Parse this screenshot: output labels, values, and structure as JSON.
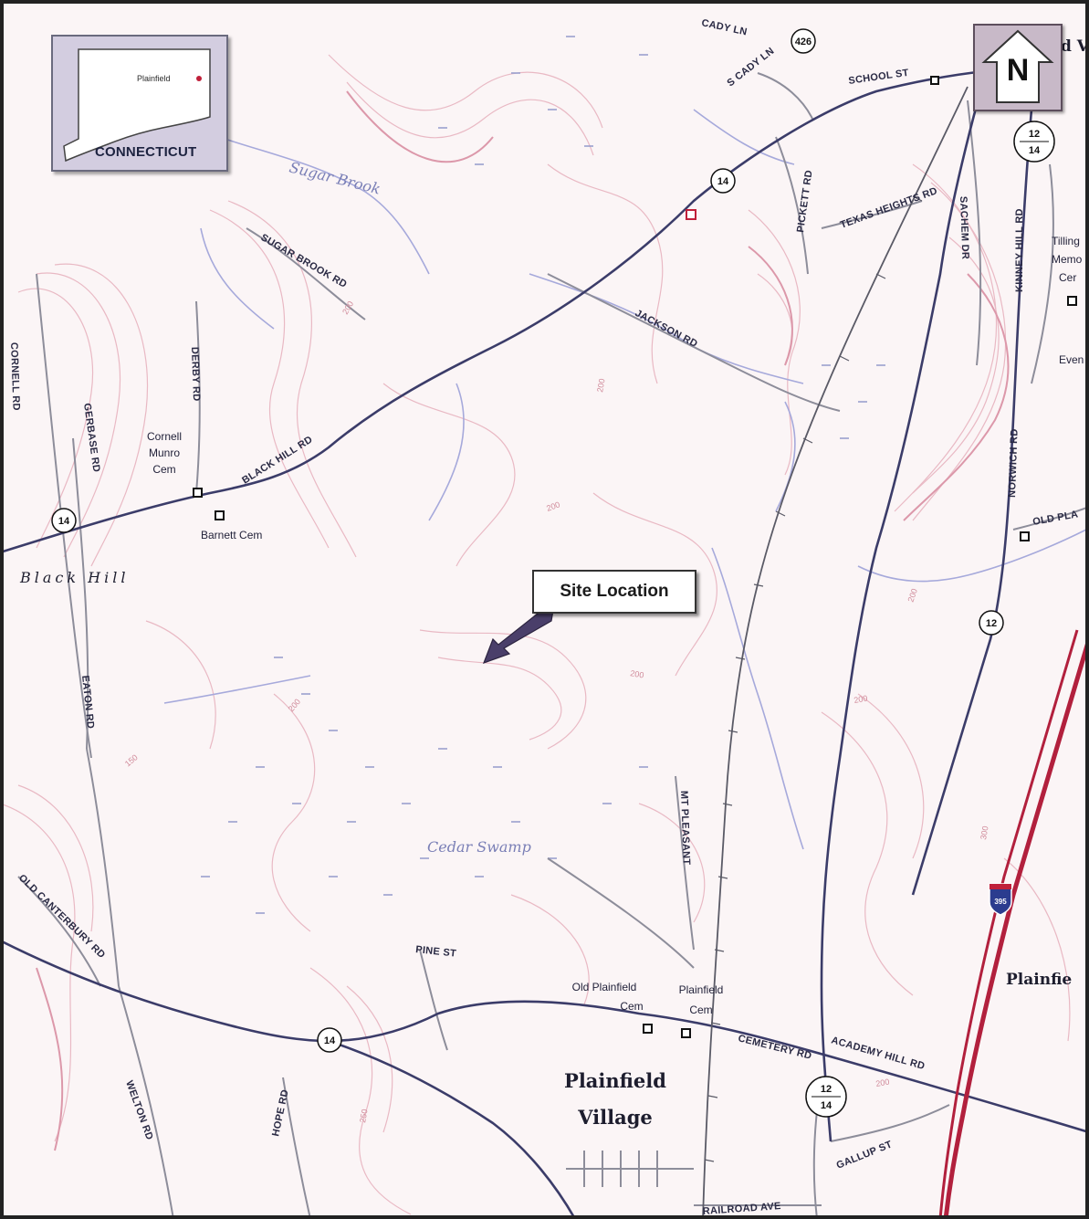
{
  "inset": {
    "place_label": "Plainfield",
    "state_label": "CONNECTICUT"
  },
  "north_arrow": {
    "label": "N"
  },
  "site_callout": {
    "label": "Site Location"
  },
  "roads": {
    "cady_ln": "CADY LN",
    "s_cady_ln": "S CADY LN",
    "school_st": "SCHOOL ST",
    "pickett_rd": "PICKETT RD",
    "texas_heights_rd": "TEXAS HEIGHTS RD",
    "sachem_dr": "SACHEM DR",
    "kinney_hill_rd": "KINNEY HILL RD",
    "norwich_rd": "NORWICH RD",
    "sugar_brook_rd": "SUGAR BROOK RD",
    "jackson_rd": "JACKSON RD",
    "black_hill_rd": "BLACK HILL RD",
    "cornell_rd": "CORNELL RD",
    "gerbase_rd": "GERBASE RD",
    "derby_rd": "DERBY RD",
    "eaton_rd": "EATON RD",
    "old_canterbury_rd": "OLD CANTERBURY RD",
    "welton_rd": "WELTON RD",
    "hope_rd": "HOPE RD",
    "pine_st": "PINE ST",
    "mt_pleasant": "MT PLEASANT",
    "cemetery_rd": "CEMETERY RD",
    "academy_hill_rd": "ACADEMY HILL RD",
    "gallup_st": "GALLUP ST",
    "railroad_ave": "RAILROAD AVE",
    "old_plainfield": "OLD PLA"
  },
  "places": {
    "cornell_munro_cem": [
      "Cornell",
      "Munro",
      "Cem"
    ],
    "barnett_cem": "Barnett Cem",
    "old_plainfield_cem": [
      "Old Plainfield",
      "Cem"
    ],
    "plainfield_cem": [
      "Plainfield",
      "Cem"
    ],
    "plainfield_village": [
      "Plainfield",
      "Village"
    ],
    "plainfield_town": "Plainfie",
    "black_hill": "Black Hill",
    "cedar_swamp": "Cedar Swamp",
    "sugar_brook": "Sugar Brook",
    "tillinghast": [
      "Tilling",
      "Memo",
      "Cer"
    ],
    "even": "Even",
    "top_edge": "d V"
  },
  "shields": {
    "route_14": "14",
    "route_12": "12",
    "route_12_14": [
      "12",
      "14"
    ],
    "route_426": "426",
    "interstate": "395"
  },
  "contours": [
    "200",
    "300",
    "250",
    "150"
  ]
}
